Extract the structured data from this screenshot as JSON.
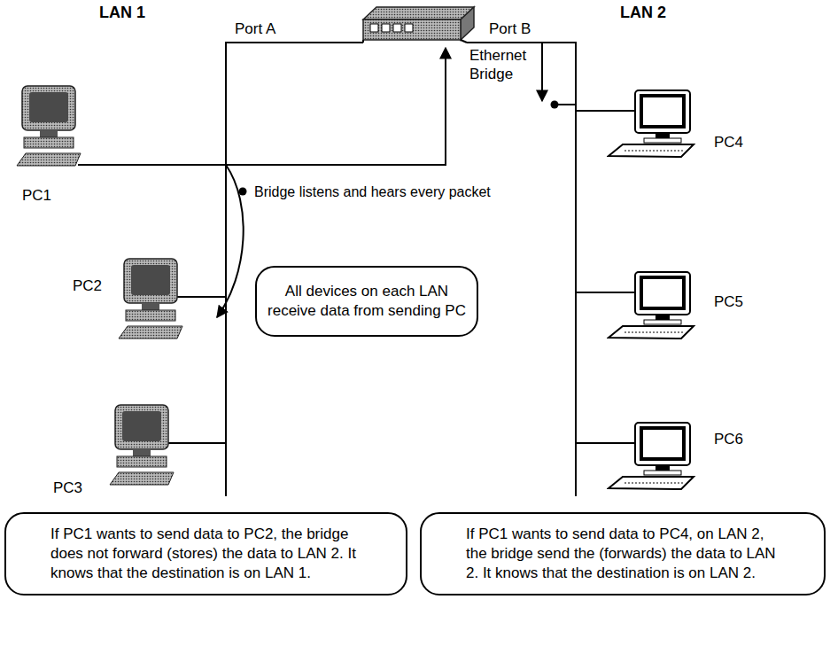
{
  "diagram": {
    "nodes": [
      {
        "text": [
          "All devices on each LAN receive data from sending PC"
        ]
      },
      {
        "text": [
          "If PC1 wants to send data to PC2, the bridge does not forward (stores) the data to LAN 2. It knows that the destination is on LAN 1."
        ]
      },
      {
        "text": [
          "If PC1 wants to send data to PC4, on LAN 2, the bridge send the (forwards) the data to LAN 2. It knows that the destination is on LAN 2."
        ]
      }
    ],
    "edges": [],
    "labels": [
      "LAN 1",
      "Port A",
      "Port B",
      "LAN 2",
      "Ethernet Bridge",
      "PC1",
      "PC4",
      "Bridge listens and hears every packet",
      "PC2",
      "PC5",
      "PC6",
      "PC3"
    ]
  }
}
